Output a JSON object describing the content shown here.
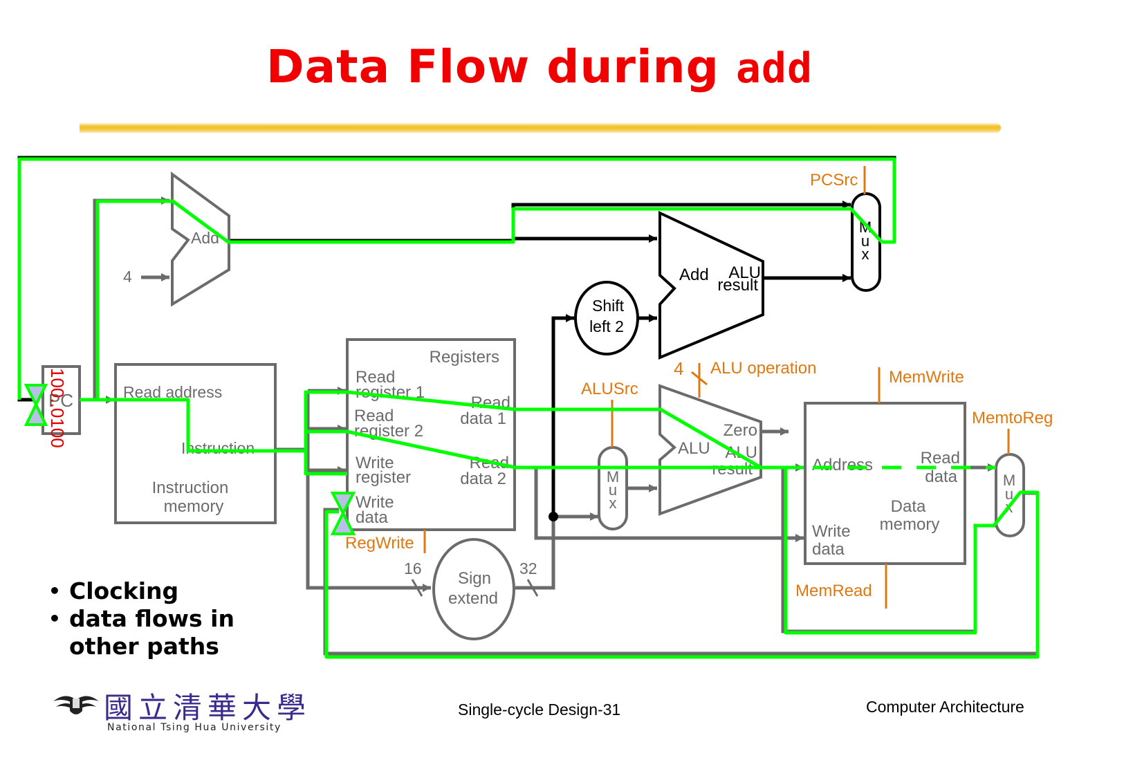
{
  "slide": {
    "title_text": "Data Flow during ",
    "title_code": "add",
    "footer_center": "Single-cycle Design-31",
    "footer_right": "Computer Architecture",
    "logo": {
      "chinese_name": "國立清華大學",
      "english_name": "National Tsing Hua University"
    },
    "bullets": [
      "Clocking",
      "data flows in",
      "other paths"
    ]
  },
  "diagram": {
    "pc": {
      "label": "PC",
      "value": "100..0100"
    },
    "pc_adder": {
      "label": "Add",
      "constant": "4"
    },
    "instruction_memory": {
      "input": "Read address",
      "output": "Instruction",
      "name": [
        "Instruction",
        "memory"
      ]
    },
    "registers": {
      "name": "Registers",
      "read_register_1": [
        "Read",
        "register 1"
      ],
      "read_register_2": [
        "Read",
        "register 2"
      ],
      "write_register": [
        "Write",
        "register"
      ],
      "write_data": [
        "Write",
        "data"
      ],
      "read_data_1": [
        "Read",
        "data 1"
      ],
      "read_data_2": [
        "Read",
        "data 2"
      ]
    },
    "sign_extend": {
      "label": [
        "Sign",
        "extend"
      ],
      "in_bits": "16",
      "out_bits": "32"
    },
    "shift_left": {
      "label": [
        "Shift",
        "left 2"
      ]
    },
    "branch_adder": {
      "label": "Add",
      "result": [
        "ALU",
        "result"
      ]
    },
    "alu": {
      "label": "ALU",
      "zero": "Zero",
      "result": [
        "ALU",
        "result"
      ],
      "op_bits": "4"
    },
    "alu_src_mux": {
      "label": [
        "M",
        "u",
        "x"
      ]
    },
    "pc_mux": {
      "label": [
        "M",
        "u",
        "x"
      ]
    },
    "memto_reg_mux": {
      "label": [
        "M",
        "u",
        "x"
      ]
    },
    "data_memory": {
      "address": "Address",
      "read_data": [
        "Read",
        "data"
      ],
      "write_data": [
        "Write",
        "data"
      ],
      "name": [
        "Data",
        "memory"
      ]
    },
    "control_signals": {
      "pc_src": "PCSrc",
      "alu_src": "ALUSrc",
      "alu_operation": "ALU operation",
      "mem_write": "MemWrite",
      "mem_read": "MemRead",
      "memto_reg": "MemtoReg",
      "reg_write": "RegWrite"
    },
    "colors": {
      "active_path": "#00ff00",
      "wire_gray": "#6b6b6b",
      "wire_black": "#000000",
      "control": "#e07810",
      "title": "#f00000",
      "clock_fill": "#b8c0e8"
    }
  }
}
